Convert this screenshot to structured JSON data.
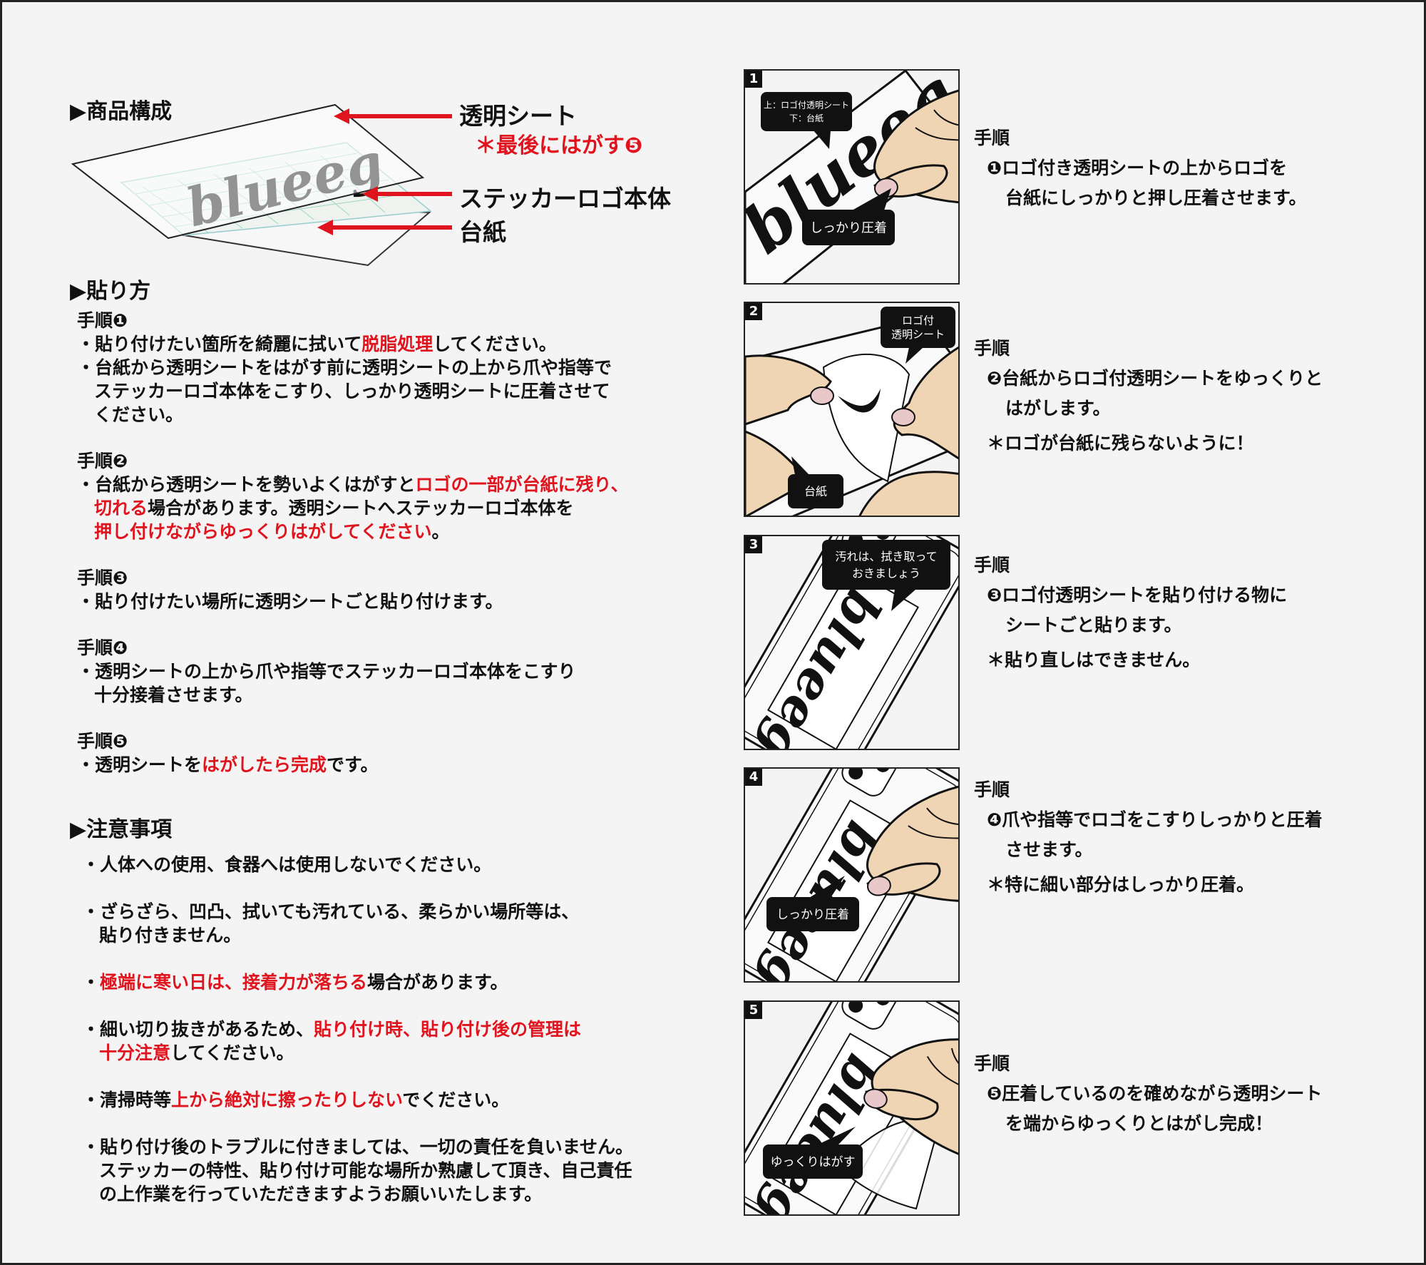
{
  "logo_text": "blueeg",
  "product": {
    "heading": "▶商品構成",
    "labels": {
      "sheet": "透明シート",
      "sheet_note": "＊最後にはがす❺",
      "sticker": "ステッカーロゴ本体",
      "backing": "台紙"
    }
  },
  "apply": {
    "heading": "▶貼り方",
    "steps": [
      {
        "heading": "手順❶",
        "lines": [
          [
            {
              "t": "・貼り付けたい箇所を綺麗に拭いて"
            },
            {
              "t": "脱脂処理",
              "red": true
            },
            {
              "t": "してください。"
            }
          ],
          [
            {
              "t": "・台紙から透明シートをはがす前に透明シートの上から爪や指等で"
            }
          ],
          [
            {
              "t": "ステッカーロゴ本体をこすり、しっかり透明シートに圧着させて"
            }
          ],
          [
            {
              "t": "ください。"
            }
          ]
        ]
      },
      {
        "heading": "手順❷",
        "lines": [
          [
            {
              "t": "・台紙から透明シートを勢いよくはがすと"
            },
            {
              "t": "ロゴの一部が台紙に残り、",
              "red": true
            }
          ],
          [
            {
              "t": "切れる",
              "red": true
            },
            {
              "t": "場合があります。透明シートへステッカーロゴ本体を"
            }
          ],
          [
            {
              "t": "押し付けながらゆっくりはがしてください",
              "red": true
            },
            {
              "t": "。"
            }
          ]
        ]
      },
      {
        "heading": "手順❸",
        "lines": [
          [
            {
              "t": "・貼り付けたい場所に透明シートごと貼り付けます。"
            }
          ]
        ]
      },
      {
        "heading": "手順❹",
        "lines": [
          [
            {
              "t": "・透明シートの上から爪や指等でステッカーロゴ本体をこすり"
            }
          ],
          [
            {
              "t": "十分接着させます。"
            }
          ]
        ]
      },
      {
        "heading": "手順❺",
        "lines": [
          [
            {
              "t": "・透明シートを"
            },
            {
              "t": "はがしたら完成",
              "red": true
            },
            {
              "t": "です。"
            }
          ]
        ]
      }
    ]
  },
  "caution": {
    "heading": "▶注意事項",
    "items": [
      [
        [
          {
            "t": "・人体への使用、食器へは使用しないでください。"
          }
        ]
      ],
      [
        [
          {
            "t": "・ざらざら、凹凸、拭いても汚れている、柔らかい場所等は、"
          }
        ],
        [
          {
            "t": "貼り付きません。"
          }
        ]
      ],
      [
        [
          {
            "t": "・"
          },
          {
            "t": "極端に寒い日は、接着力が落ちる",
            "red": true
          },
          {
            "t": "場合があります。"
          }
        ]
      ],
      [
        [
          {
            "t": "・細い切り抜きがあるため、"
          },
          {
            "t": "貼り付け時、貼り付け後の管理は",
            "red": true
          }
        ],
        [
          {
            "t": "十分注意",
            "red": true
          },
          {
            "t": "してください。"
          }
        ]
      ],
      [
        [
          {
            "t": "・清掃時等"
          },
          {
            "t": "上から絶対に擦ったりしない",
            "red": true
          },
          {
            "t": "でください。"
          }
        ]
      ],
      [
        [
          {
            "t": "・貼り付け後のトラブルに付きましては、一切の責任を負いません。"
          }
        ],
        [
          {
            "t": "ステッカーの特性、貼り付け可能な場所か熟慮して頂き、自己責任"
          }
        ],
        [
          {
            "t": "の上作業を行っていただきますようお願いいたします。"
          }
        ]
      ]
    ]
  },
  "panels": [
    {
      "number": "1",
      "bubbles": [
        "上：ロゴ付透明シート",
        "下：台紙",
        "しっかり圧着"
      ],
      "heading": "手順",
      "lines": [
        "❶ロゴ付き透明シートの上からロゴを",
        "台紙にしっかりと押し圧着させます。"
      ],
      "note": ""
    },
    {
      "number": "2",
      "bubbles": [
        "ロゴ付",
        "透明シート",
        "台紙"
      ],
      "heading": "手順",
      "lines": [
        "❷台紙からロゴ付透明シートをゆっくりと",
        "はがします。"
      ],
      "note": "＊ロゴが台紙に残らないように！"
    },
    {
      "number": "3",
      "bubbles": [
        "汚れは、拭き取って",
        "おきましょう"
      ],
      "heading": "手順",
      "lines": [
        "❸ロゴ付透明シートを貼り付ける物に",
        "シートごと貼ります。"
      ],
      "note": "＊貼り直しはできません。"
    },
    {
      "number": "4",
      "bubbles": [
        "しっかり圧着"
      ],
      "heading": "手順",
      "lines": [
        "❹爪や指等でロゴをこすりしっかりと圧着",
        "させます。"
      ],
      "note": "＊特に細い部分はしっかり圧着。"
    },
    {
      "number": "5",
      "bubbles": [
        "ゆっくりはがす"
      ],
      "heading": "手順",
      "lines": [
        "❺圧着しているのを確めながら透明シート",
        "を端からゆっくりとはがし完成！"
      ],
      "note": ""
    }
  ],
  "colors": {
    "accent_red": "#e0141e",
    "skin": "#f0d5b5",
    "ink": "#111111",
    "background": "#f4f4f4"
  }
}
